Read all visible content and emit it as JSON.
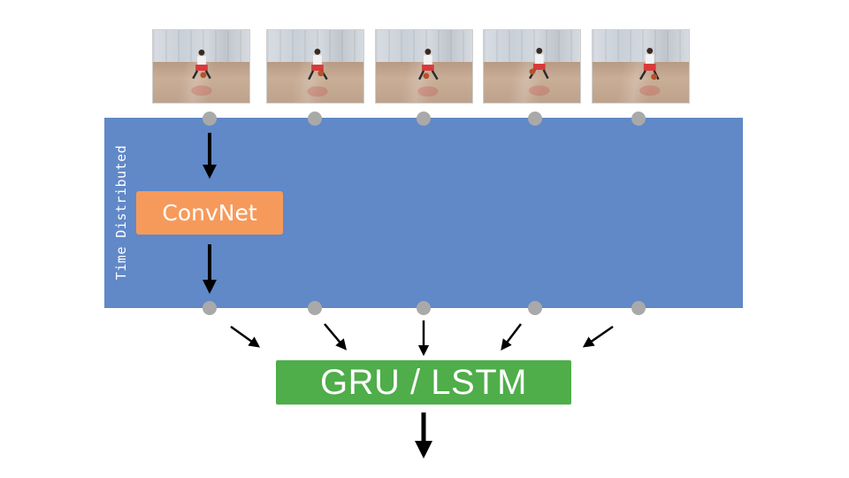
{
  "diagram": {
    "side_label": "Time Distributed",
    "convnet_label": "ConvNet",
    "rnn_label": "GRU / LSTM",
    "frame_count": 5,
    "colors": {
      "band": "#6188c7",
      "convnet": "#f69a5b",
      "rnn": "#4fad4a",
      "dot": "#a9a9a9",
      "arrow": "#000000"
    }
  },
  "frames": [
    {
      "description_icon": "basketball-dribble-frame"
    },
    {
      "description_icon": "basketball-dribble-frame"
    },
    {
      "description_icon": "basketball-dribble-frame"
    },
    {
      "description_icon": "basketball-dribble-frame"
    },
    {
      "description_icon": "basketball-dribble-frame"
    }
  ]
}
